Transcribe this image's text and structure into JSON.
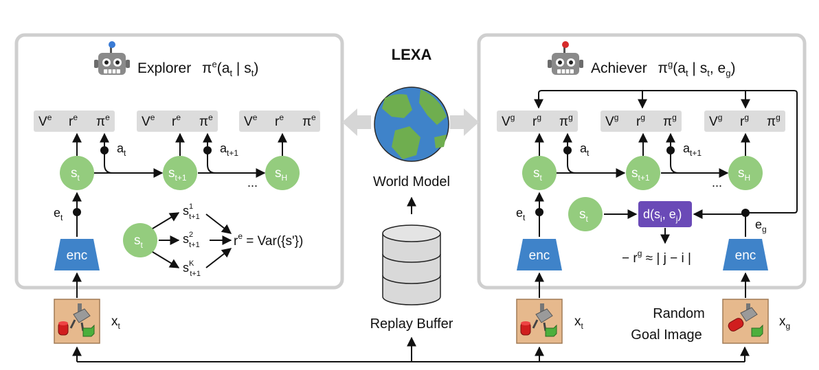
{
  "title": "LEXA",
  "explorer": {
    "name": "Explorer",
    "policy": "π",
    "policy_sup": "e",
    "policy_args": [
      "(a",
      "t",
      " | s",
      "t",
      ")"
    ],
    "heads": [
      "V",
      "r",
      "π"
    ],
    "head_sup": "e",
    "states": [
      [
        "s",
        "t"
      ],
      [
        "s",
        "t+1"
      ],
      [
        "s",
        "H"
      ]
    ],
    "actions": [
      [
        "a",
        "t"
      ],
      [
        "a",
        "t+1"
      ]
    ],
    "ellipsis": "...",
    "embed": [
      "e",
      "t"
    ],
    "encoder": "enc",
    "obs": [
      "x",
      "t"
    ],
    "ensemble_state": [
      "s",
      "t"
    ],
    "ensemble_preds": [
      [
        "s",
        "1",
        "t+1"
      ],
      [
        "s",
        "2",
        "t+1"
      ],
      [
        "s",
        "K",
        "t+1"
      ]
    ],
    "reward_formula": [
      "r",
      "e",
      " = Var({s'})"
    ]
  },
  "achiever": {
    "name": "Achiever",
    "policy": "π",
    "policy_sup": "g",
    "policy_args": [
      "(a",
      "t",
      " | s",
      "t",
      ", e",
      "g",
      ")"
    ],
    "heads": [
      "V",
      "r",
      "π"
    ],
    "head_sup": "g",
    "states": [
      [
        "s",
        "t"
      ],
      [
        "s",
        "t+1"
      ],
      [
        "s",
        "H"
      ]
    ],
    "actions": [
      [
        "a",
        "t"
      ],
      [
        "a",
        "t+1"
      ]
    ],
    "ellipsis": "...",
    "embed": [
      "e",
      "t"
    ],
    "goal_embed": [
      "e",
      "g"
    ],
    "encoder": "enc",
    "obs": [
      "x",
      "t"
    ],
    "goal_obs": [
      "x",
      "g"
    ],
    "goal_label": [
      "Random",
      "Goal Image"
    ],
    "dist_state": [
      "s",
      "t"
    ],
    "distance": [
      "d(s",
      "i",
      ", e",
      "j",
      ")"
    ],
    "reward_formula": [
      "− r",
      "g",
      " ≈ | j − i |"
    ]
  },
  "world_model": "World Model",
  "replay_buffer": "Replay Buffer",
  "colors": {
    "panel_border": "#cfcfcf",
    "head_pad": "#dcdcdc",
    "state": "#94cc7e",
    "encoder": "#3f83c9",
    "distance": "#6a4ab7",
    "earth_ocean": "#3f83c9",
    "earth_land": "#6fae4f",
    "obs_frame": "#e6b98d",
    "robot_light_explorer": "#3a7bd5",
    "robot_light_achiever": "#d62b2b"
  }
}
